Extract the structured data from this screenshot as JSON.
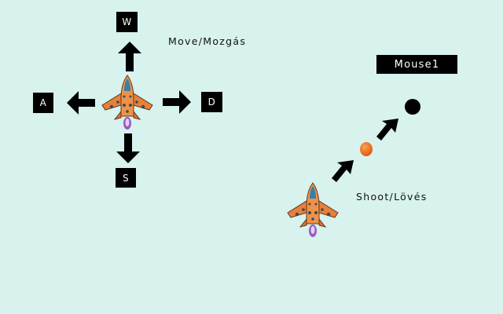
{
  "controls": {
    "move": {
      "label": "Move/Mozgás",
      "keys": {
        "up": "W",
        "left": "A",
        "right": "D",
        "down": "S"
      }
    },
    "shoot": {
      "label": "Shoot/Lövés",
      "key": "Mouse1"
    }
  },
  "colors": {
    "background": "#d8f2ed",
    "key_background": "#000000",
    "key_text": "#ffffff",
    "ship_body": "#e8803a",
    "ship_flame": "#9b59c8",
    "bullet": "#ec6a1d",
    "target": "#000000"
  },
  "icons": {
    "ship": "spaceship-icon",
    "arrow": "arrow-icon",
    "bullet": "bullet-icon",
    "target": "crosshair-target-icon"
  }
}
